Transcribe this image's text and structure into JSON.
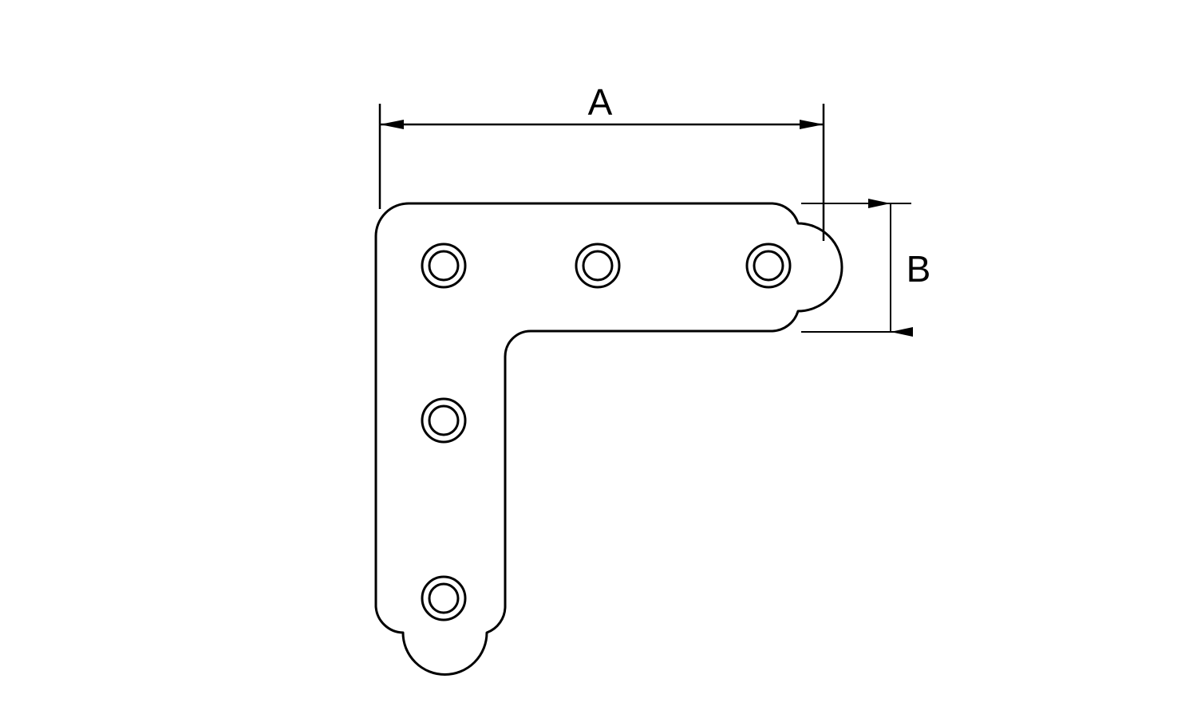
{
  "diagram": {
    "colors": {
      "stroke": "#000000",
      "fill": "#ffffff"
    },
    "dimensions": [
      {
        "id": "A",
        "label": "A"
      },
      {
        "id": "B",
        "label": "B"
      }
    ],
    "holes": {
      "count": 5
    }
  }
}
